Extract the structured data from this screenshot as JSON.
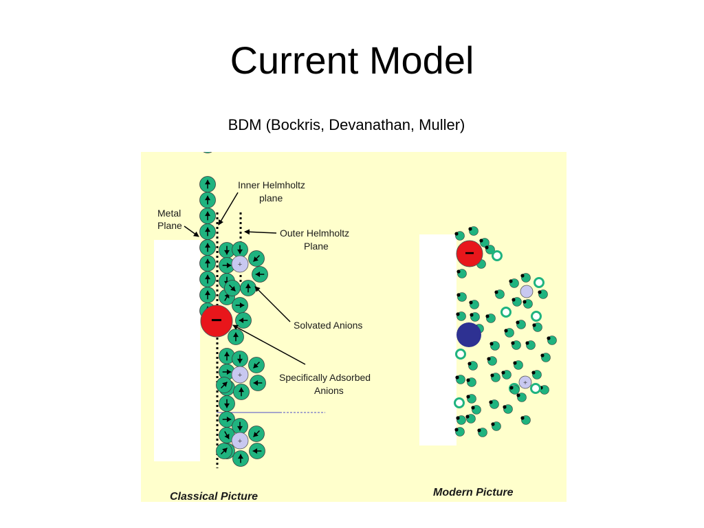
{
  "slide": {
    "title": "Current Model",
    "subtitle": "BDM (Bockris, Devanathan, Muller)"
  },
  "figure": {
    "labels": {
      "inner_helmholtz": [
        "Inner Helmholtz",
        "plane"
      ],
      "metal_plane": [
        "Metal",
        "Plane"
      ],
      "outer_helmholtz": [
        "Outer Helmholtz",
        "Plane"
      ],
      "solvated_anions": "Solvated Anions",
      "specifically_adsorbed": [
        "Specifically Adsorbed",
        "Anions"
      ]
    },
    "captions": {
      "classical": "Classical Picture",
      "modern": "Modern Picture"
    },
    "symbols": {
      "negative": "−",
      "positive": "+"
    },
    "colors": {
      "background": "#ffffcc",
      "water": "#1fb37f",
      "anion": "#e8161b",
      "cation": "#c8c8f0",
      "modern_ion": "#2e3192",
      "electrode": "#ffffff"
    }
  }
}
